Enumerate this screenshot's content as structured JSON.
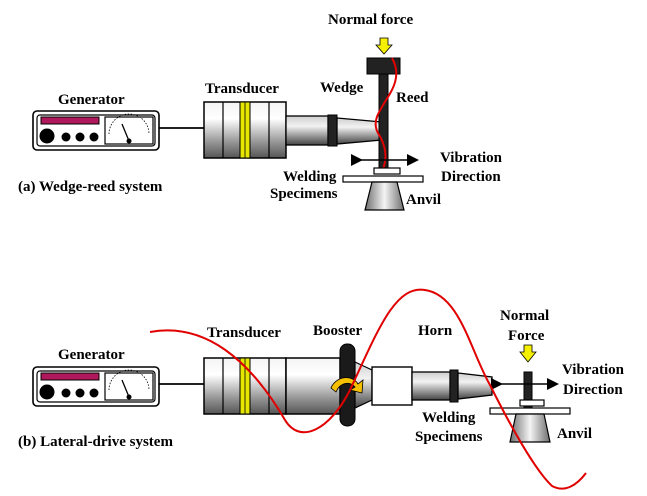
{
  "system_a": {
    "caption": "(a) Wedge-reed system",
    "generator": "Generator",
    "transducer": "Transducer",
    "wedge": "Wedge",
    "reed": "Reed",
    "normal_force": "Normal force",
    "vibration_line1": "Vibration",
    "vibration_line2": "Direction",
    "specimens_line1": "Welding",
    "specimens_line2": "Specimens",
    "anvil": "Anvil"
  },
  "system_b": {
    "caption": "(b) Lateral-drive system",
    "generator": "Generator",
    "transducer": "Transducer",
    "booster": "Booster",
    "horn": "Horn",
    "normal_force_line1": "Normal",
    "normal_force_line2": "Force",
    "vibration_line1": "Vibration",
    "vibration_line2": "Direction",
    "specimens_line1": "Welding",
    "specimens_line2": "Specimens",
    "anvil": "Anvil"
  },
  "colors": {
    "wave": "#e00000",
    "force_arrow": "#f5f000",
    "piezo": "#e6e600",
    "display": "#b0185c",
    "booster_arrow": "#f5c000"
  }
}
